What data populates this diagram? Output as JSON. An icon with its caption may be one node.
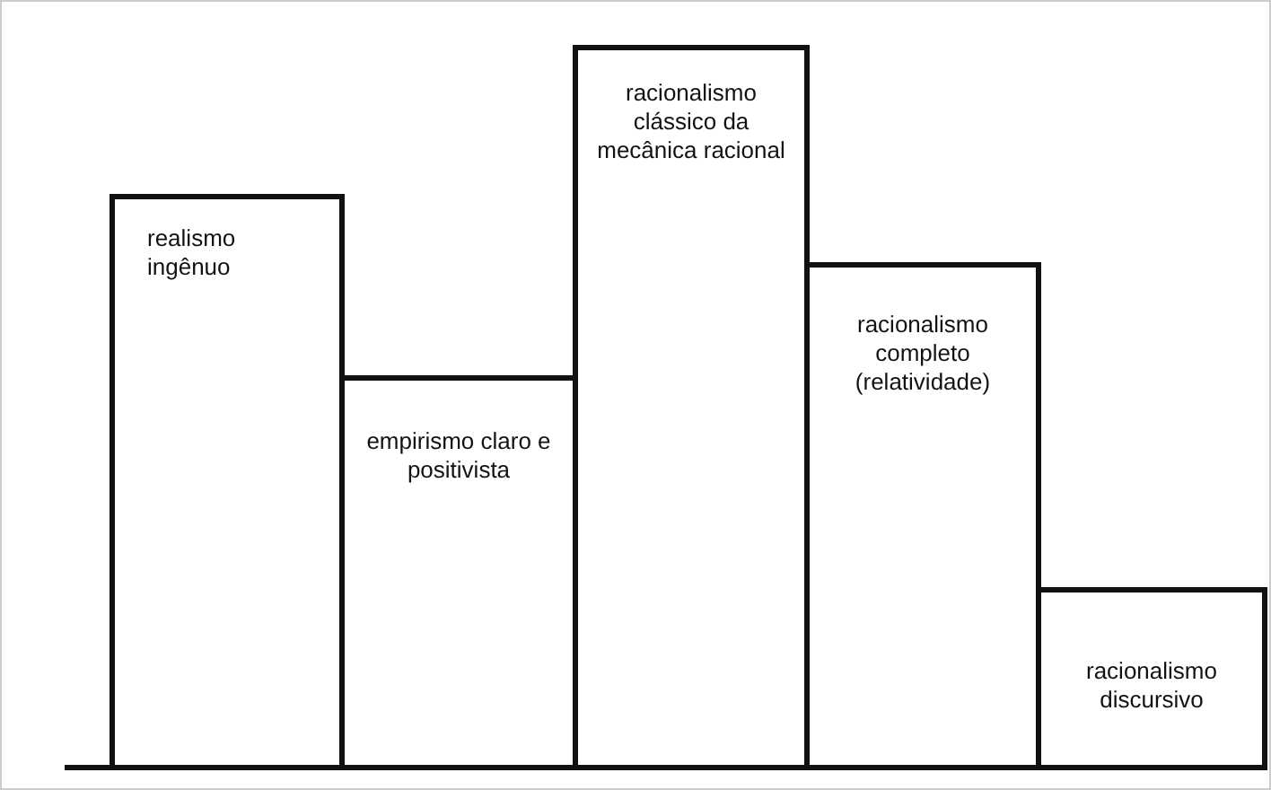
{
  "diagram": {
    "nodes": [
      {
        "text": [
          "realismo ingênuo"
        ]
      },
      {
        "text": [
          "empirismo claro e positivista"
        ]
      },
      {
        "text": [
          "racionalismo clássico da mecânica racional"
        ]
      },
      {
        "text": [
          "racionalismo completo (relatividade)"
        ]
      },
      {
        "text": [
          "racionalismo discursivo"
        ]
      }
    ]
  }
}
